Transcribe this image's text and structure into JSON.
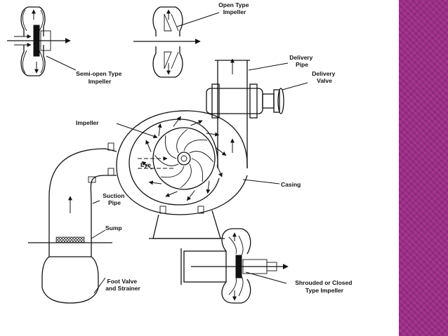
{
  "theme": {
    "accent": "#9c2c86",
    "ink": "#111111",
    "background": "#ffffff"
  },
  "labels": {
    "open_type_impeller": [
      "Open Type",
      "Impeller"
    ],
    "semi_open_type_impeller": [
      "Semi-open Type",
      "Impeller"
    ],
    "delivery_pipe": [
      "Delivery",
      "Pipe"
    ],
    "delivery_valve": [
      "Delivery",
      "Valve"
    ],
    "impeller": "Impeller",
    "eye": "Eye",
    "casing": "Casing",
    "suction_pipe": [
      "Suction",
      "Pipe"
    ],
    "sump": "Sump",
    "foot_valve_strainer": [
      "Foot Valve",
      "and Strainer"
    ],
    "shrouded_impeller": [
      "Shrouded or Closed",
      "Type Impeller"
    ]
  }
}
